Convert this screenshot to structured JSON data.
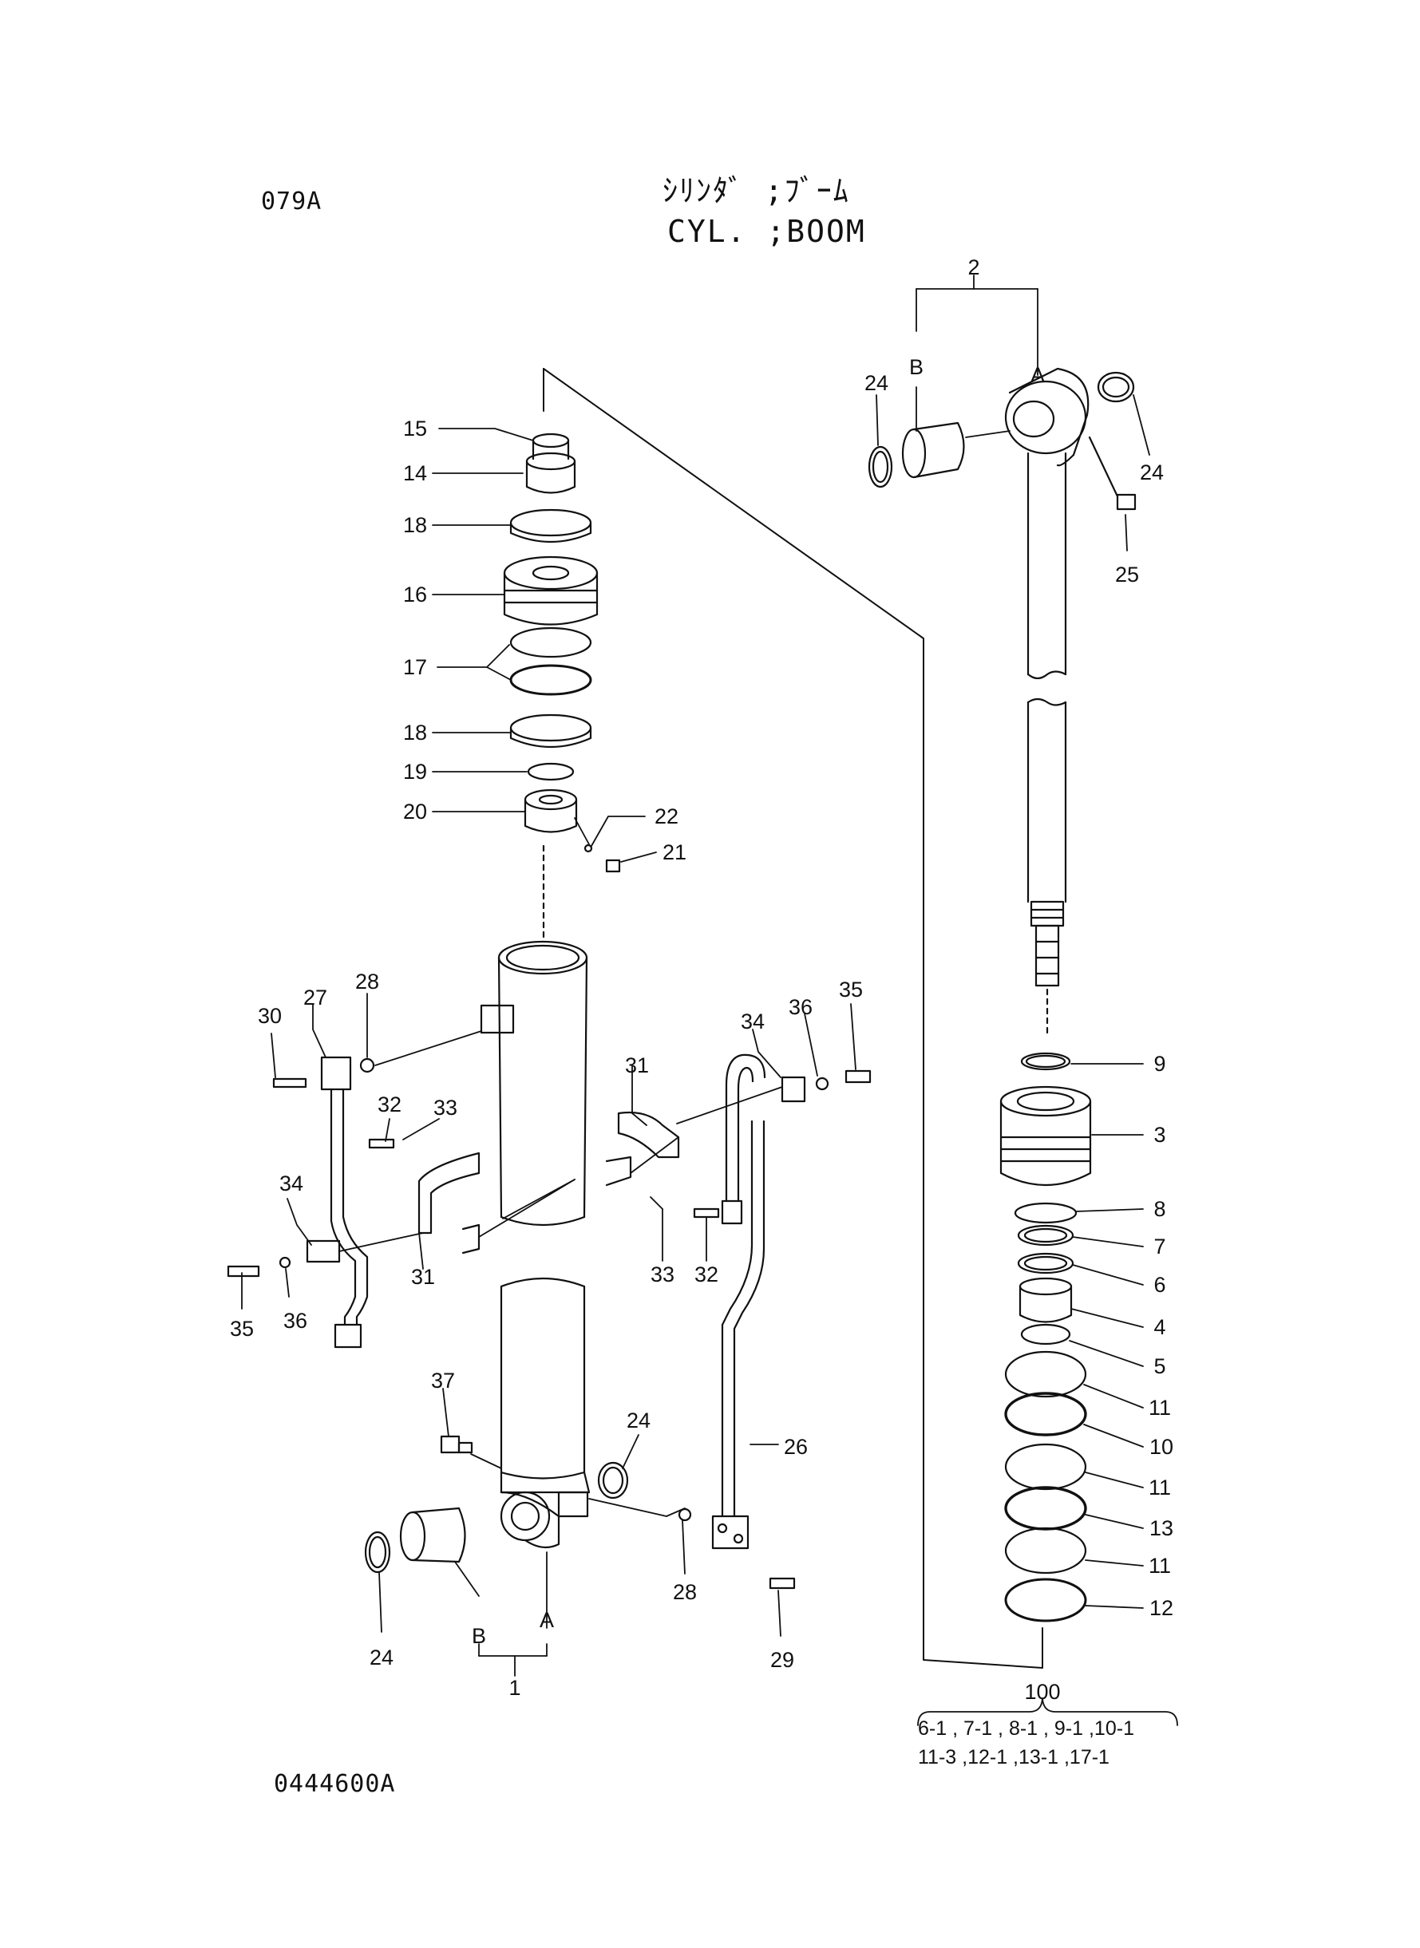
{
  "header": {
    "page_code": "079A",
    "title_jp": "ｼﾘﾝﾀﾞ ;ﾌﾞｰﾑ",
    "title_en": "CYL. ;BOOM",
    "drawing_number": "0444600A"
  },
  "callouts": [
    {
      "id": "c2",
      "label": "2"
    },
    {
      "id": "cA_top",
      "label": "A"
    },
    {
      "id": "cB_top",
      "label": "B"
    },
    {
      "id": "c24_tl",
      "label": "24"
    },
    {
      "id": "c24_tr",
      "label": "24"
    },
    {
      "id": "c25",
      "label": "25"
    },
    {
      "id": "c15",
      "label": "15"
    },
    {
      "id": "c14",
      "label": "14"
    },
    {
      "id": "c18_a",
      "label": "18"
    },
    {
      "id": "c16",
      "label": "16"
    },
    {
      "id": "c17",
      "label": "17"
    },
    {
      "id": "c18_b",
      "label": "18"
    },
    {
      "id": "c19",
      "label": "19"
    },
    {
      "id": "c20",
      "label": "20"
    },
    {
      "id": "c22",
      "label": "22"
    },
    {
      "id": "c21",
      "label": "21"
    },
    {
      "id": "c9",
      "label": "9"
    },
    {
      "id": "c3",
      "label": "3"
    },
    {
      "id": "c8",
      "label": "8"
    },
    {
      "id": "c7",
      "label": "7"
    },
    {
      "id": "c6",
      "label": "6"
    },
    {
      "id": "c4",
      "label": "4"
    },
    {
      "id": "c5",
      "label": "5"
    },
    {
      "id": "c11_a",
      "label": "11"
    },
    {
      "id": "c10",
      "label": "10"
    },
    {
      "id": "c11_b",
      "label": "11"
    },
    {
      "id": "c13",
      "label": "13"
    },
    {
      "id": "c11_c",
      "label": "11"
    },
    {
      "id": "c12",
      "label": "12"
    },
    {
      "id": "c100",
      "label": "100"
    },
    {
      "id": "c30",
      "label": "30"
    },
    {
      "id": "c27",
      "label": "27"
    },
    {
      "id": "c28_top",
      "label": "28"
    },
    {
      "id": "c32_l",
      "label": "32"
    },
    {
      "id": "c33_l",
      "label": "33"
    },
    {
      "id": "c34_l",
      "label": "34"
    },
    {
      "id": "c31_l",
      "label": "31"
    },
    {
      "id": "c35_l",
      "label": "35"
    },
    {
      "id": "c36_l",
      "label": "36"
    },
    {
      "id": "c31_r",
      "label": "31"
    },
    {
      "id": "c34_r",
      "label": "34"
    },
    {
      "id": "c36_r",
      "label": "36"
    },
    {
      "id": "c35_r",
      "label": "35"
    },
    {
      "id": "c33_r",
      "label": "33"
    },
    {
      "id": "c32_r",
      "label": "32"
    },
    {
      "id": "c37",
      "label": "37"
    },
    {
      "id": "c24_mid",
      "label": "24"
    },
    {
      "id": "c26",
      "label": "26"
    },
    {
      "id": "c28_bot",
      "label": "28"
    },
    {
      "id": "c29",
      "label": "29"
    },
    {
      "id": "c24_bl",
      "label": "24"
    },
    {
      "id": "cB_bot",
      "label": "B"
    },
    {
      "id": "cA_bot",
      "label": "A"
    },
    {
      "id": "c1",
      "label": "1"
    }
  ],
  "kit_contents": {
    "line1": "6-1 , 7-1 , 8-1 , 9-1 ,10-1",
    "line2": "11-3 ,12-1 ,13-1 ,17-1"
  }
}
